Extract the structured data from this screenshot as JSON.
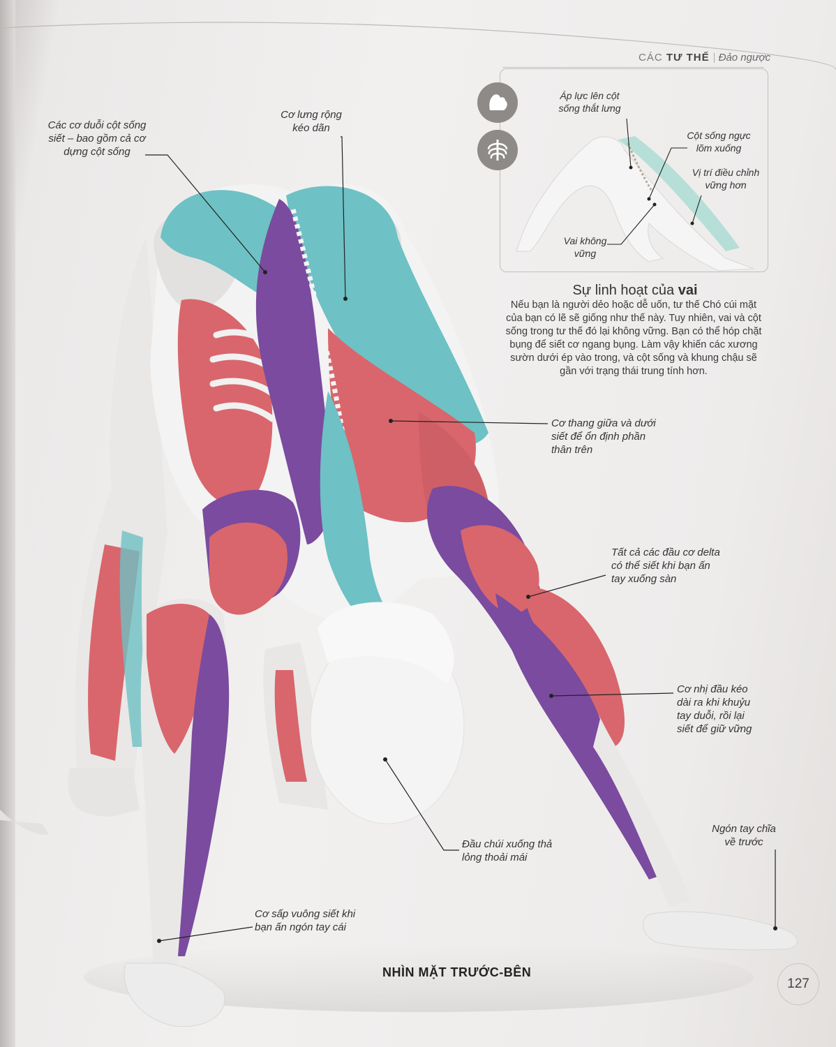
{
  "header": {
    "section": "CÁC",
    "section_bold": "TƯ THẾ",
    "subsection": "Đảo ngược"
  },
  "icons": [
    "muscle-arm-icon",
    "ribcage-icon"
  ],
  "inset": {
    "labels": {
      "lower_back_pressure": "Áp lực lên cột\nsống thắt lưng",
      "thoracic_spine": "Cột sống ngực\nlõm xuống",
      "stable_position": "Vị trí điều chỉnh\nvững hơn",
      "unstable_shoulder": "Vai không\nvững"
    }
  },
  "sidebar": {
    "title_prefix": "Sự linh hoạt của",
    "title_bold": "vai",
    "body": "Nếu bạn là người dẻo hoặc dễ uốn, tư thế Chó cúi mặt của bạn có lẽ sẽ giống như thế này. Tuy nhiên, vai và cột sống trong tư thế đó lại không vững. Bạn có thể hóp chặt bụng để siết cơ ngang bụng. Làm vậy khiến các xương sườn dưới ép vào trong, và cột sống và khung chậu sẽ gần với trạng thái trung tính hơn."
  },
  "labels": {
    "erector_spinae": "Các cơ duỗi cột sống\nsiết – bao gồm cả cơ\ndựng cột sống",
    "latissimus": "Cơ lưng rộng\nkéo dãn",
    "trapezius": "Cơ thang giữa và dưới\nsiết để ổn định phần\nthân trên",
    "deltoid": "Tất cả các đầu cơ delta\ncó thể siết khi bạn ấn\ntay xuống sàn",
    "triceps": "Cơ nhị đầu kéo\ndài ra khi khuỷu\ntay duỗi, rồi lại\nsiết để giữ vững",
    "fingers": "Ngón tay chĩa\nvề trước",
    "head": "Đầu chúi xuống thả\nlỏng thoải mái",
    "pronator": "Cơ sấp vuông siết khi\nbạn ấn ngón tay cái"
  },
  "view_title": "NHÌN MẶT TRƯỚC-BÊN",
  "page_number": "127",
  "colors": {
    "muscle_red": "#d9666c",
    "muscle_teal": "#6ec1c4",
    "muscle_purple": "#7a4b9f",
    "bone": "#ececec"
  }
}
